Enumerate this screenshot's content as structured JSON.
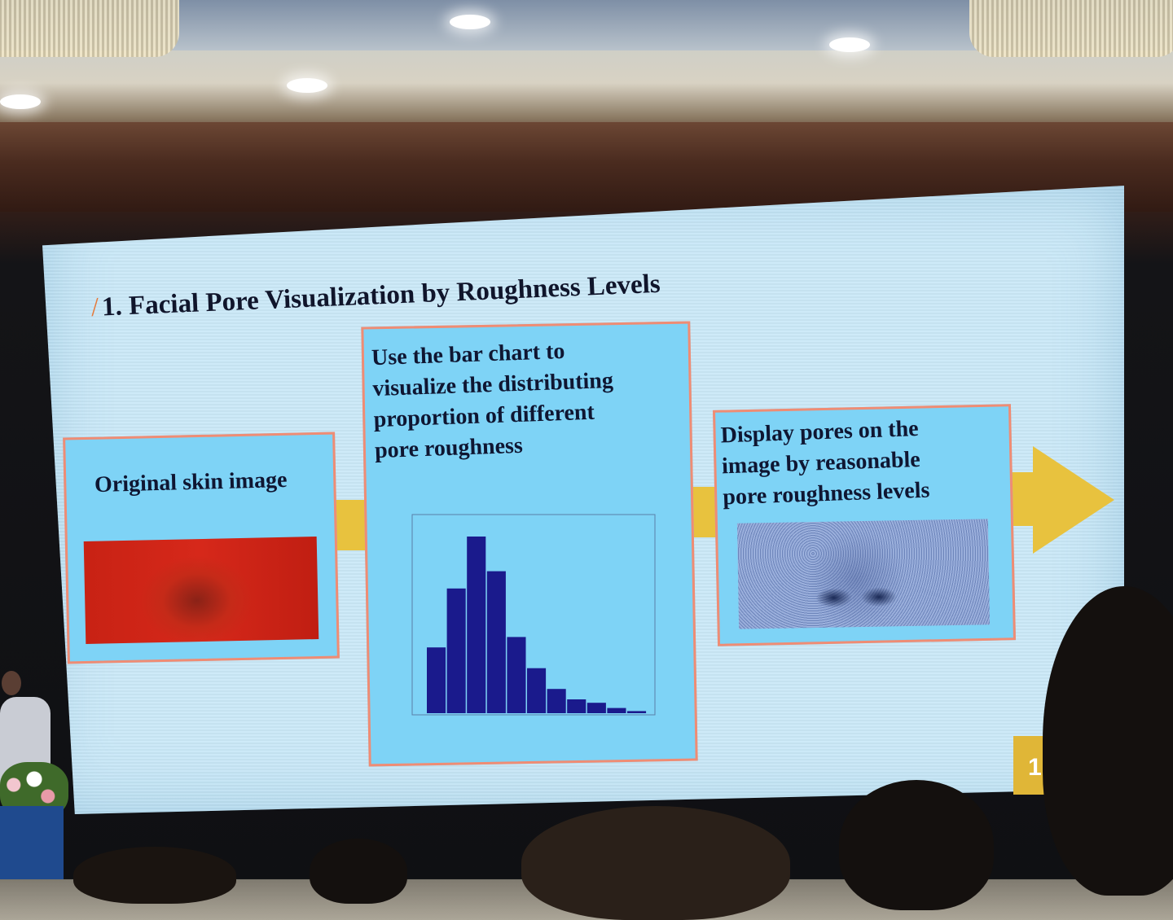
{
  "slide": {
    "title_prefix": "/",
    "title": "1. Facial Pore Visualization by Roughness Levels",
    "left_panel_caption": "Original skin image",
    "middle_panel_text": [
      "Use the bar chart to",
      "visualize the distributing",
      "proportion of different",
      "pore roughness"
    ],
    "right_panel_text": [
      "Display pores on the",
      "image by reasonable",
      "pore roughness levels"
    ],
    "page_number": "1",
    "left_image_alt": "Red-tinted nose skin photo",
    "right_image_alt": "Blue-tinted nose pore map"
  },
  "chart_data": {
    "type": "bar",
    "values": [
      19,
      36,
      51,
      41,
      22,
      13,
      7,
      4,
      3,
      1.5,
      0.6
    ],
    "ylim": [
      0,
      55
    ],
    "bar_color": "#1a1a8c"
  },
  "colors": {
    "screen": "#cbe9f8",
    "panel_fill": "#7ed3f6",
    "panel_border": "#ef8c74",
    "connector": "#e8c23e",
    "title_text": "#10152b"
  }
}
